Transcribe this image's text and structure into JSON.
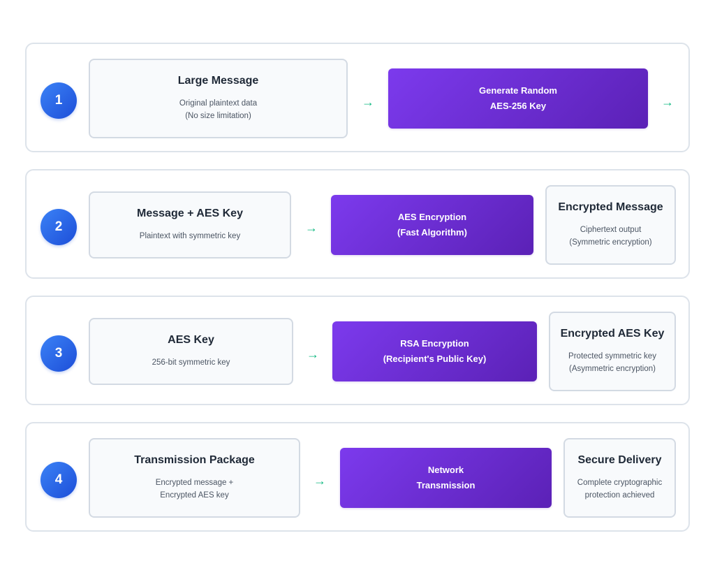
{
  "arrow_glyph": "→",
  "steps": [
    {
      "number": "1",
      "input": {
        "title": "Large Message",
        "desc": [
          "Original plaintext data",
          "(No size limitation)"
        ]
      },
      "process": {
        "lines": [
          "Generate Random",
          "AES-256 Key"
        ]
      }
    },
    {
      "number": "2",
      "input": {
        "title": "Message + AES Key",
        "desc": [
          "Plaintext with symmetric key"
        ]
      },
      "process": {
        "lines": [
          "AES Encryption",
          "(Fast Algorithm)"
        ]
      },
      "output": {
        "title": "Encrypted Message",
        "desc": [
          "Ciphertext output",
          "(Symmetric encryption)"
        ]
      }
    },
    {
      "number": "3",
      "input": {
        "title": "AES Key",
        "desc": [
          "256-bit symmetric key"
        ]
      },
      "process": {
        "lines": [
          "RSA Encryption",
          "(Recipient's Public Key)"
        ]
      },
      "output": {
        "title": "Encrypted AES Key",
        "desc": [
          "Protected symmetric key",
          "(Asymmetric encryption)"
        ]
      }
    },
    {
      "number": "4",
      "input": {
        "title": "Transmission Package",
        "desc": [
          "Encrypted message +",
          "Encrypted AES key"
        ]
      },
      "process": {
        "lines": [
          "Network",
          "Transmission"
        ]
      },
      "output": {
        "title": "Secure Delivery",
        "desc": [
          "Complete cryptographic",
          "protection achieved"
        ]
      }
    }
  ],
  "colors": {
    "step_badge": "#2563eb",
    "process_box": "#6d28d9",
    "arrow": "#10b981",
    "border": "#dde3ea"
  }
}
